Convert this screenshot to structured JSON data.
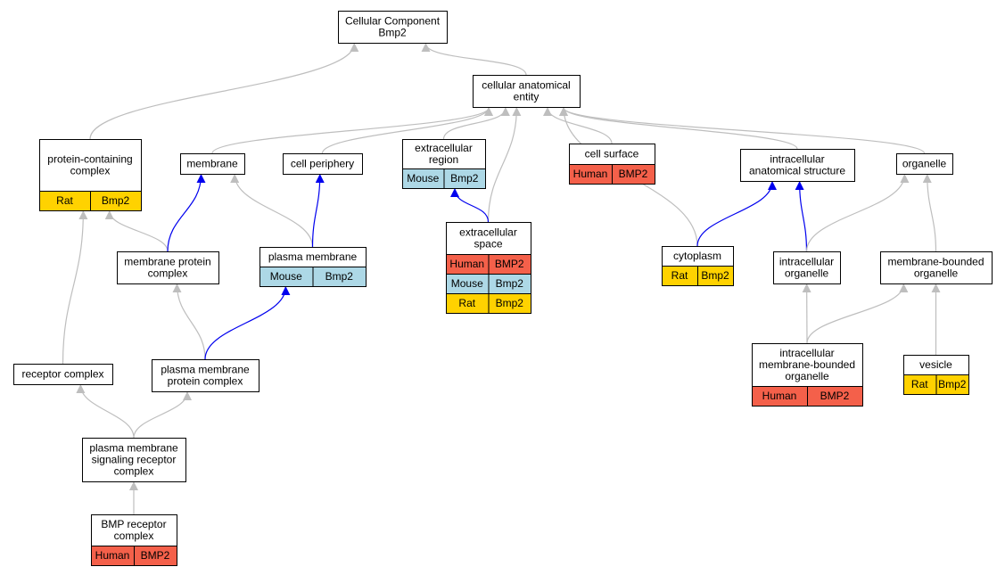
{
  "colors": {
    "human": "#f4604a",
    "mouse": "#add8e6",
    "rat": "#ffd200",
    "is_a_edge": "#bebebe",
    "part_of_edge": "#0000ee",
    "node_border": "#000000"
  },
  "nodes": [
    {
      "id": "root",
      "lines": [
        "Cellular Component",
        "Bmp2"
      ],
      "annotations": []
    },
    {
      "id": "cae",
      "lines": [
        "cellular anatomical",
        "entity"
      ],
      "annotations": []
    },
    {
      "id": "pcc",
      "lines": [
        "protein-containing",
        "complex"
      ],
      "annotations": [
        {
          "species": "Rat",
          "gene": "Bmp2",
          "color": "rat"
        }
      ]
    },
    {
      "id": "membrane",
      "lines": [
        "membrane"
      ],
      "annotations": []
    },
    {
      "id": "cellperiph",
      "lines": [
        "cell periphery"
      ],
      "annotations": []
    },
    {
      "id": "ecregion",
      "lines": [
        "extracellular",
        "region"
      ],
      "annotations": [
        {
          "species": "Mouse",
          "gene": "Bmp2",
          "color": "mouse"
        }
      ]
    },
    {
      "id": "cellsurface",
      "lines": [
        "cell surface"
      ],
      "annotations": [
        {
          "species": "Human",
          "gene": "BMP2",
          "color": "human"
        }
      ]
    },
    {
      "id": "ias",
      "lines": [
        "intracellular",
        "anatomical structure"
      ],
      "annotations": []
    },
    {
      "id": "organelle",
      "lines": [
        "organelle"
      ],
      "annotations": []
    },
    {
      "id": "mpc",
      "lines": [
        "membrane protein",
        "complex"
      ],
      "annotations": []
    },
    {
      "id": "pm",
      "lines": [
        "plasma membrane"
      ],
      "annotations": [
        {
          "species": "Mouse",
          "gene": "Bmp2",
          "color": "mouse"
        }
      ]
    },
    {
      "id": "ecspace",
      "lines": [
        "extracellular",
        "space"
      ],
      "annotations": [
        {
          "species": "Human",
          "gene": "BMP2",
          "color": "human"
        },
        {
          "species": "Mouse",
          "gene": "Bmp2",
          "color": "mouse"
        },
        {
          "species": "Rat",
          "gene": "Bmp2",
          "color": "rat"
        }
      ]
    },
    {
      "id": "cytoplasm",
      "lines": [
        "cytoplasm"
      ],
      "annotations": [
        {
          "species": "Rat",
          "gene": "Bmp2",
          "color": "rat"
        }
      ]
    },
    {
      "id": "ico",
      "lines": [
        "intracellular",
        "organelle"
      ],
      "annotations": []
    },
    {
      "id": "mbo",
      "lines": [
        "membrane-bounded",
        "organelle"
      ],
      "annotations": []
    },
    {
      "id": "receptor",
      "lines": [
        "receptor complex"
      ],
      "annotations": []
    },
    {
      "id": "pmpc",
      "lines": [
        "plasma membrane",
        "protein complex"
      ],
      "annotations": []
    },
    {
      "id": "imbo",
      "lines": [
        "intracellular",
        "membrane-bounded",
        "organelle"
      ],
      "annotations": [
        {
          "species": "Human",
          "gene": "BMP2",
          "color": "human"
        }
      ]
    },
    {
      "id": "vesicle",
      "lines": [
        "vesicle"
      ],
      "annotations": [
        {
          "species": "Rat",
          "gene": "Bmp2",
          "color": "rat"
        }
      ]
    },
    {
      "id": "pmsrc",
      "lines": [
        "plasma membrane",
        "signaling receptor",
        "complex"
      ],
      "annotations": []
    },
    {
      "id": "bmp",
      "lines": [
        "BMP receptor",
        "complex"
      ],
      "annotations": [
        {
          "species": "Human",
          "gene": "BMP2",
          "color": "human"
        }
      ]
    }
  ],
  "edges": [
    {
      "from": "cae",
      "to": "root",
      "type": "is_a"
    },
    {
      "from": "pcc",
      "to": "root",
      "type": "is_a"
    },
    {
      "from": "membrane",
      "to": "cae",
      "type": "is_a"
    },
    {
      "from": "cellperiph",
      "to": "cae",
      "type": "is_a"
    },
    {
      "from": "ecregion",
      "to": "cae",
      "type": "is_a"
    },
    {
      "from": "ecspace",
      "to": "cae",
      "type": "is_a"
    },
    {
      "from": "cellsurface",
      "to": "cae",
      "type": "is_a"
    },
    {
      "from": "cytoplasm",
      "to": "cae",
      "type": "is_a"
    },
    {
      "from": "ias",
      "to": "cae",
      "type": "is_a"
    },
    {
      "from": "organelle",
      "to": "cae",
      "type": "is_a"
    },
    {
      "from": "mpc",
      "to": "pcc",
      "type": "is_a"
    },
    {
      "from": "mpc",
      "to": "membrane",
      "type": "part_of"
    },
    {
      "from": "pm",
      "to": "membrane",
      "type": "is_a"
    },
    {
      "from": "pm",
      "to": "cellperiph",
      "type": "part_of"
    },
    {
      "from": "ecspace",
      "to": "ecregion",
      "type": "part_of"
    },
    {
      "from": "cytoplasm",
      "to": "ias",
      "type": "part_of"
    },
    {
      "from": "ico",
      "to": "ias",
      "type": "part_of"
    },
    {
      "from": "ico",
      "to": "organelle",
      "type": "is_a"
    },
    {
      "from": "mbo",
      "to": "organelle",
      "type": "is_a"
    },
    {
      "from": "receptor",
      "to": "pcc",
      "type": "is_a"
    },
    {
      "from": "pmpc",
      "to": "mpc",
      "type": "is_a"
    },
    {
      "from": "pmpc",
      "to": "pm",
      "type": "part_of"
    },
    {
      "from": "imbo",
      "to": "ico",
      "type": "is_a"
    },
    {
      "from": "imbo",
      "to": "mbo",
      "type": "is_a"
    },
    {
      "from": "vesicle",
      "to": "mbo",
      "type": "is_a"
    },
    {
      "from": "pmsrc",
      "to": "receptor",
      "type": "is_a"
    },
    {
      "from": "pmsrc",
      "to": "pmpc",
      "type": "is_a"
    },
    {
      "from": "bmp",
      "to": "pmsrc",
      "type": "is_a"
    }
  ]
}
